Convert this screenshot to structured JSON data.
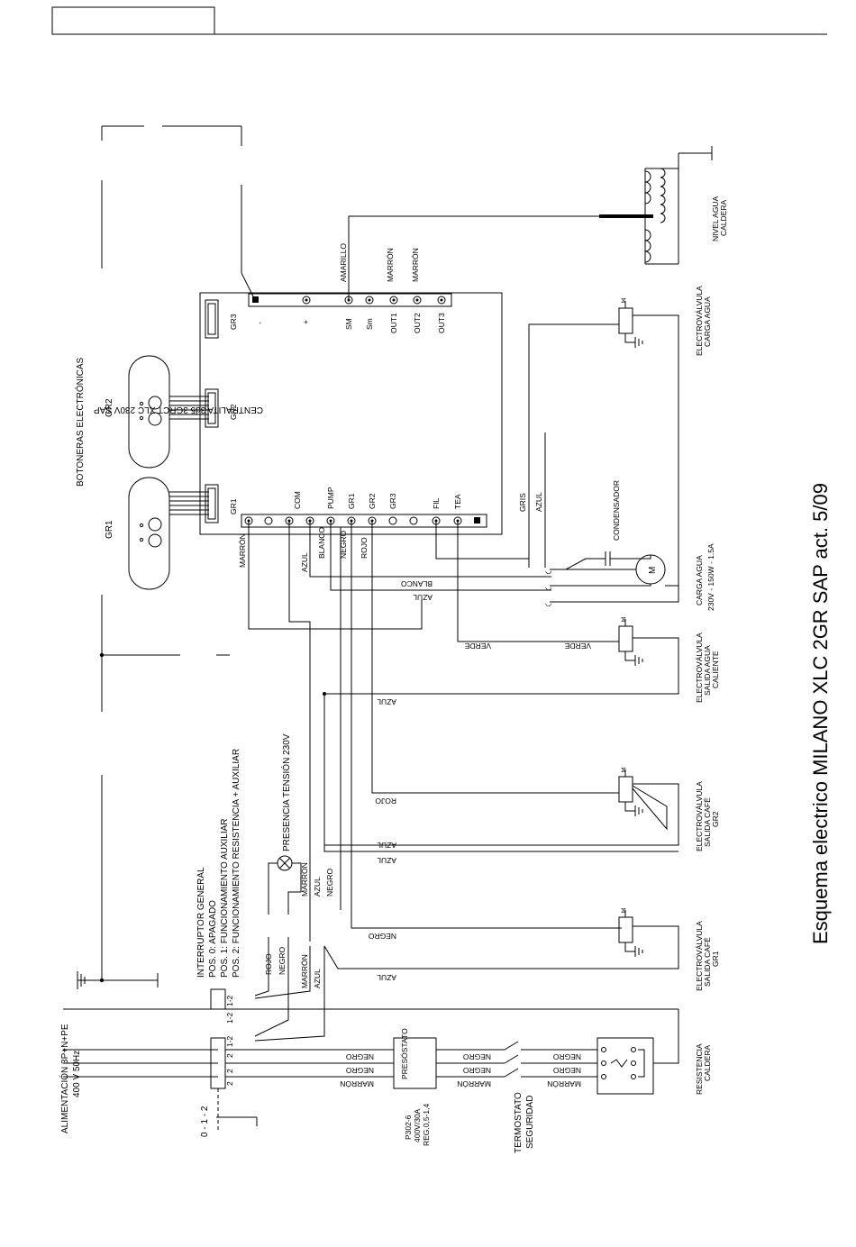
{
  "title": "Esquema electrico MILANO XLC 2GR SAP act. 5/09",
  "board": {
    "name": "CENTRALITA 3d5 3GRCT XLC 230V SAP",
    "top_terminals": [
      "GR3",
      "-",
      "+",
      "SM",
      "Sm",
      "OUT1",
      "OUT2",
      "OUT3"
    ],
    "bottom_terminals": [
      "GR1",
      "COM",
      "PUMP",
      "GR1",
      "GR2",
      "GR3",
      "FIL",
      "TEA"
    ],
    "side_connectors": [
      "GR3",
      "GR2",
      "GR1"
    ]
  },
  "keypads": {
    "title": "BOTONERAS ELECTRÓNICAS",
    "labels": [
      "GR2",
      "GR1"
    ]
  },
  "probe_wires": [
    "AMARILLO",
    "MARRÓN",
    "MARRÓN"
  ],
  "level": {
    "label_1": "NIVEL AGUA",
    "label_2": "CALDERA"
  },
  "valves": [
    {
      "label_1": "ELECTROVÁLVULA",
      "label_2": "CARGA AGUA",
      "label_3": ""
    },
    {
      "label_1": "ELECTROVÁLVULA",
      "label_2": "SALIDA AGUA",
      "label_3": "CALIENTE"
    },
    {
      "label_1": "ELECTROVÁLVULA",
      "label_2": "SALIDA CAFÉ",
      "label_3": "GR2"
    },
    {
      "label_1": "ELECTROVÁLVULA",
      "label_2": "SALIDA CAFÉ",
      "label_3": "GR1"
    }
  ],
  "pump": {
    "label_1": "CARGA AGUA",
    "label_2": "230V - 150W - 1.5A",
    "symbol": "M"
  },
  "condenser": "CONDENSADOR",
  "wires": {
    "marron": "MARRÓN",
    "azul": "AZUL",
    "blanco": "BLANCO",
    "negro": "NEGRO",
    "rojo": "ROJO",
    "gris": "GRIS",
    "verde": "VERDE"
  },
  "switch": {
    "title": "INTERRUPTOR GENERAL",
    "pos0": "POS. 0: APAGADO",
    "pos1": "POS. 1: FUNCIONAMIENTO AUXILIAR",
    "pos2": "POS. 2: FUNCIONAMIENTO RESISTENCIA + AUXILIAR",
    "positions": "0 - 1 - 2",
    "contact_1_2": "1-2",
    "contact_2": "2"
  },
  "lamp": "PRESENCIA TENSIÓN 230V",
  "power": {
    "label_1": "ALIMENTACIÓN  3P+N+PE",
    "label_2": "400 V  50Hz"
  },
  "pressostat": {
    "name": "PRESÓSTATO",
    "spec_1": "P302-6",
    "spec_2": "400V/30A",
    "spec_3": "REG.0,5-1,4"
  },
  "thermostat": {
    "label_1": "TERMOSTATO",
    "label_2": "SEGURIDAD"
  },
  "heater": {
    "label_1": "RESISTENCIA",
    "label_2": "CALDERA"
  }
}
